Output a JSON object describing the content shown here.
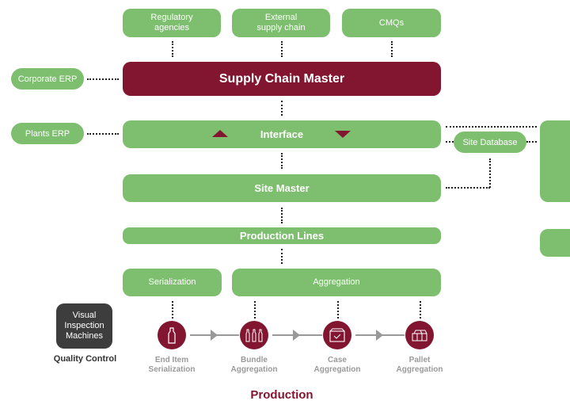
{
  "top_sources": [
    {
      "label_line1": "Regulatory",
      "label_line2": "agencies"
    },
    {
      "label_line1": "External",
      "label_line2": "supply chain"
    },
    {
      "label_line1": "CMQs",
      "label_line2": ""
    }
  ],
  "corporate_erp": "Corporate ERP",
  "plants_erp": "Plants ERP",
  "supply_chain_master": "Supply Chain Master",
  "interface": "Interface",
  "site_database": "Site Database",
  "site_master": "Site Master",
  "production_lines": "Production Lines",
  "serialization": "Serialization",
  "aggregation": "Aggregation",
  "quality": {
    "machine_line1": "Visual",
    "machine_line2": "Inspection",
    "machine_line3": "Machines",
    "caption": "Quality Control"
  },
  "steps": [
    {
      "icon": "bottle-icon",
      "line1": "End Item",
      "line2": "Serialization"
    },
    {
      "icon": "bundle-bottles-icon",
      "line1": "Bundle",
      "line2": "Aggregation"
    },
    {
      "icon": "case-box-icon",
      "line1": "Case",
      "line2": "Aggregation"
    },
    {
      "icon": "pallet-boxes-icon",
      "line1": "Pallet",
      "line2": "Aggregation"
    }
  ],
  "footer": "Production",
  "colors": {
    "green": "#7dbf6e",
    "maroon": "#821530",
    "dark": "#3d3d3d",
    "grey": "#9a9a9a"
  }
}
